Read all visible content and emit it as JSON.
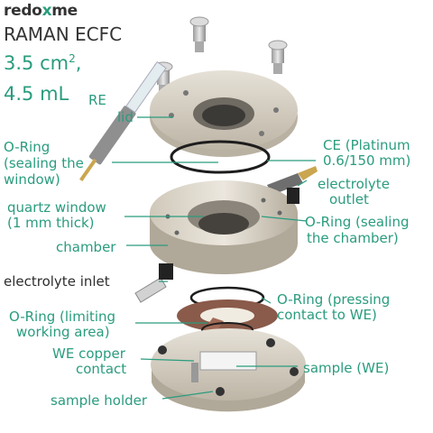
{
  "brand": {
    "prefix": "redo",
    "x": "x",
    "suffix": "me"
  },
  "title": {
    "line1": "RAMAN ECFC",
    "area": "3.5 cm",
    "area_exp": "2",
    "area_tail": ",",
    "volume": "4.5 mL"
  },
  "labels": {
    "re": "RE",
    "lid": "lid",
    "oring_window_1": "O-Ring",
    "oring_window_2": "(sealing the",
    "oring_window_3": "window)",
    "ce_1": "CE (Platinum",
    "ce_2": "0.6/150 mm)",
    "outlet_1": "electrolyte",
    "outlet_2": "outlet",
    "quartz_1": "quartz window",
    "quartz_2": "(1 mm thick)",
    "oring_chamber_1": "O-Ring (sealing",
    "oring_chamber_2": "the chamber)",
    "chamber": "chamber",
    "inlet": "electrolyte inlet",
    "oring_press_1": "O-Ring (pressing",
    "oring_press_2": "contact to WE)",
    "oring_limit_1": "O-Ring (limiting",
    "oring_limit_2": "working area)",
    "copper_1": "WE copper",
    "copper_2": "contact",
    "sample": "sample (WE)",
    "holder": "sample holder"
  },
  "colors": {
    "accent": "#2a9c7e",
    "text": "#2e2e2e",
    "body": "#d8d2c6",
    "bodyDark": "#b9b2a4",
    "copper": "#8a5a4a"
  }
}
